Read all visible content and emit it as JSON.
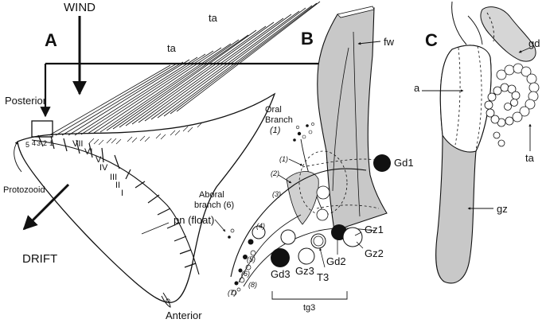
{
  "panels": {
    "a": "A",
    "b": "B",
    "c": "C"
  },
  "panel_a": {
    "wind": "WIND",
    "ta_1": "ta",
    "ta_2": "ta",
    "posterior": "Posterior",
    "protozooid": "Protozooid",
    "pn": "pn (float)",
    "drift": "DRIFT",
    "anterior": "Anterior",
    "sectors": [
      "VII",
      "VI",
      "V",
      "IV",
      "III",
      "II",
      "I"
    ],
    "groups": [
      "5",
      "4",
      "3",
      "2",
      "1"
    ]
  },
  "panel_b": {
    "fw": "fw",
    "oral_branch_1": "Oral",
    "oral_branch_2": "Branch",
    "oral_branch_num": "(1)",
    "aboral_1": "Aboral",
    "aboral_2": "branch (6)",
    "gd1": "Gd1",
    "gz1": "Gz1",
    "gz2": "Gz2",
    "gd2": "Gd2",
    "gd3": "Gd3",
    "gz3": "Gz3",
    "t3": "T3",
    "tg3": "tg3",
    "small": [
      "(1)",
      "(2)",
      "(3)",
      "(4)",
      "(5)",
      "(6)",
      "(7)",
      "(8)"
    ]
  },
  "panel_c": {
    "gd": "gd",
    "a": "a",
    "ta": "ta",
    "gz": "gz"
  },
  "colors": {
    "fill_gray": "#c8c8c8",
    "ink": "#111111"
  }
}
